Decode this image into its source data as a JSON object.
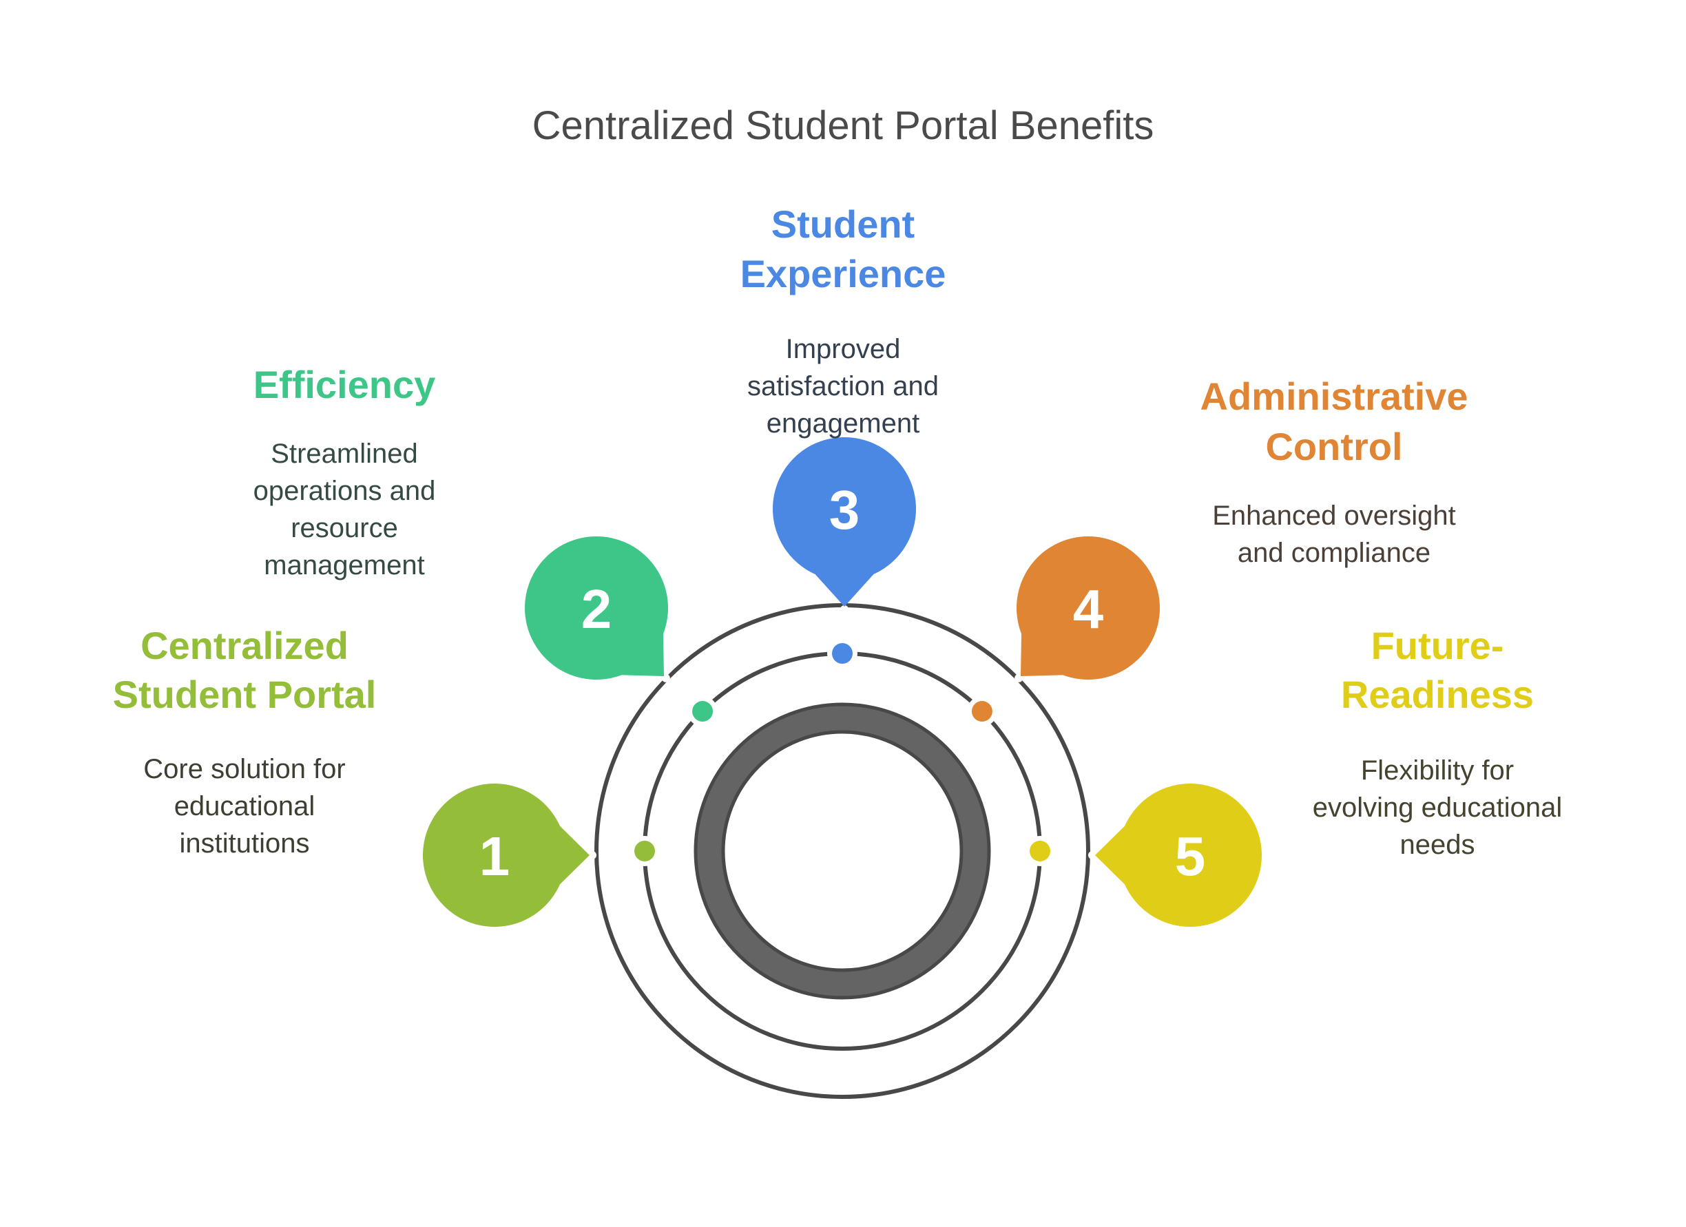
{
  "title": "Centralized Student Portal Benefits",
  "colors": {
    "ring_stroke": "#484848",
    "ring_fill": "#646464",
    "background": "#ffffff"
  },
  "items": [
    {
      "number": "1",
      "heading": [
        "Centralized",
        "Student Portal"
      ],
      "body": [
        "Core solution for",
        "educational",
        "institutions"
      ],
      "color": "#94bd3a",
      "text_color": "#3c4032"
    },
    {
      "number": "2",
      "heading": [
        "Efficiency"
      ],
      "body": [
        "Streamlined",
        "operations and",
        "resource",
        "management"
      ],
      "color": "#3dc687",
      "text_color": "#344a42"
    },
    {
      "number": "3",
      "heading": [
        "Student",
        "Experience"
      ],
      "body": [
        "Improved",
        "satisfaction and",
        "engagement"
      ],
      "color": "#4b88e4",
      "text_color": "#34404f"
    },
    {
      "number": "4",
      "heading": [
        "Administrative",
        "Control"
      ],
      "body": [
        "Enhanced oversight",
        "and compliance"
      ],
      "color": "#df8533",
      "text_color": "#4a4038"
    },
    {
      "number": "5",
      "heading": [
        "Future-",
        "Readiness"
      ],
      "body": [
        "Flexibility for",
        "evolving educational",
        "needs"
      ],
      "color": "#dfcd17",
      "text_color": "#45432f"
    }
  ]
}
